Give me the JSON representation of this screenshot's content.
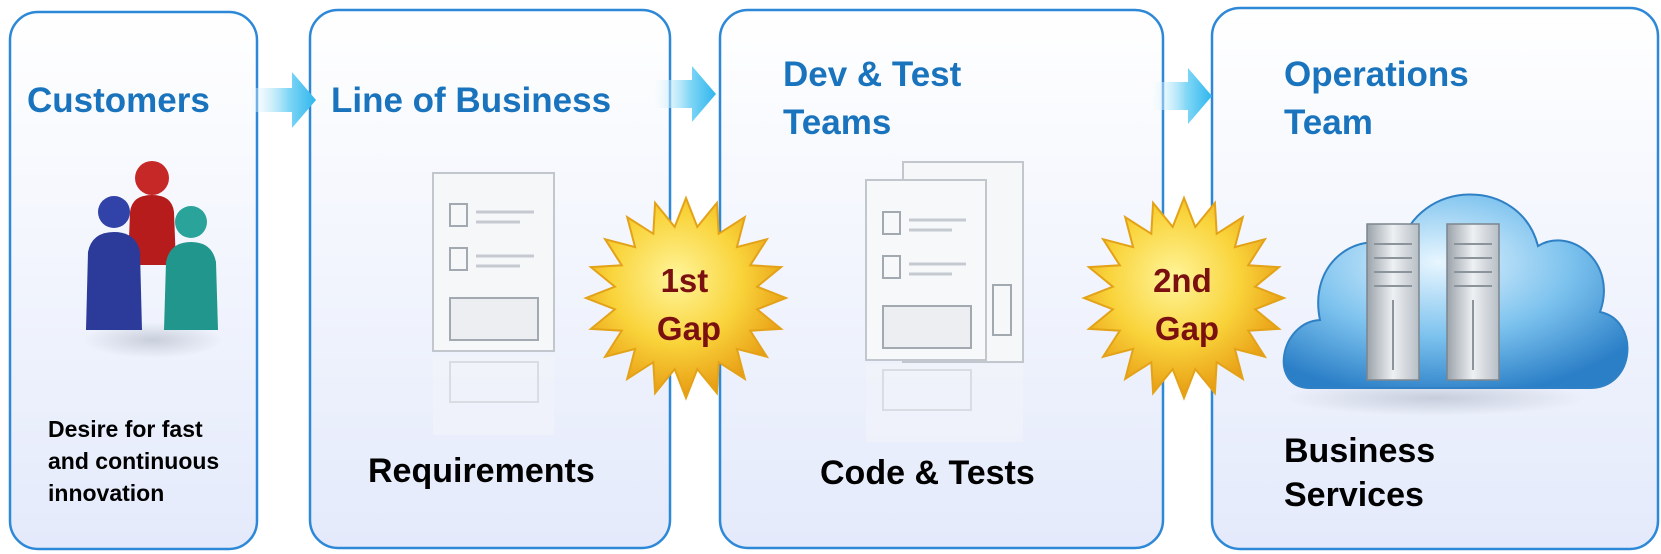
{
  "stages": [
    {
      "id": "customers",
      "title_lines": [
        "Customers"
      ],
      "caption_lines": [
        "Desire for fast",
        "and continuous",
        "innovation"
      ],
      "icon": "people-group-icon"
    },
    {
      "id": "line-of-business",
      "title_lines": [
        "Line of Business"
      ],
      "caption_lines": [
        "Requirements"
      ],
      "icon": "document-form-icon"
    },
    {
      "id": "dev-test-teams",
      "title_lines": [
        "Dev & Test",
        "Teams"
      ],
      "caption_lines": [
        "Code & Tests"
      ],
      "icon": "document-stack-icon"
    },
    {
      "id": "operations-team",
      "title_lines": [
        "Operations",
        "Team"
      ],
      "caption_lines": [
        "Business",
        "Services"
      ],
      "icon": "cloud-servers-icon"
    }
  ],
  "gaps": [
    {
      "label_lines": [
        "1st",
        "Gap"
      ]
    },
    {
      "label_lines": [
        "2nd",
        "Gap"
      ]
    }
  ],
  "colors": {
    "title": "#1a74bd",
    "caption": "#000000",
    "gap_text": "#7a1010",
    "card_border": "#2e88d8",
    "card_fill_top": "#ffffff",
    "card_fill_bottom": "#e6ecfb",
    "arrow": "#33bbee",
    "starburst": "#f7c52b"
  }
}
